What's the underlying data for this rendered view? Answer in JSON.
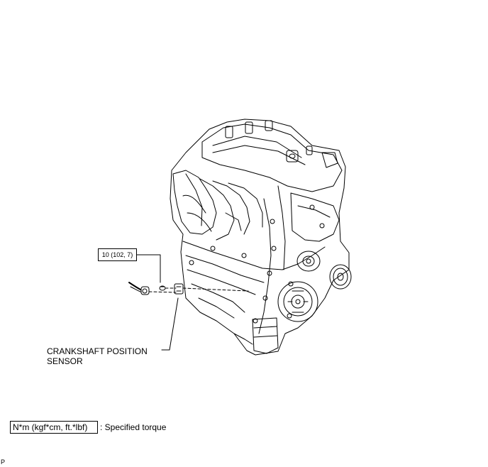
{
  "callouts": {
    "torque": "10 (102, 7)",
    "sensor_line1": "CRANKSHAFT POSITION",
    "sensor_line2": "SENSOR"
  },
  "legend": {
    "units": "N*m (kgf*cm, ft.*lbf)",
    "description": ": Specified torque"
  },
  "corner_mark": "P"
}
